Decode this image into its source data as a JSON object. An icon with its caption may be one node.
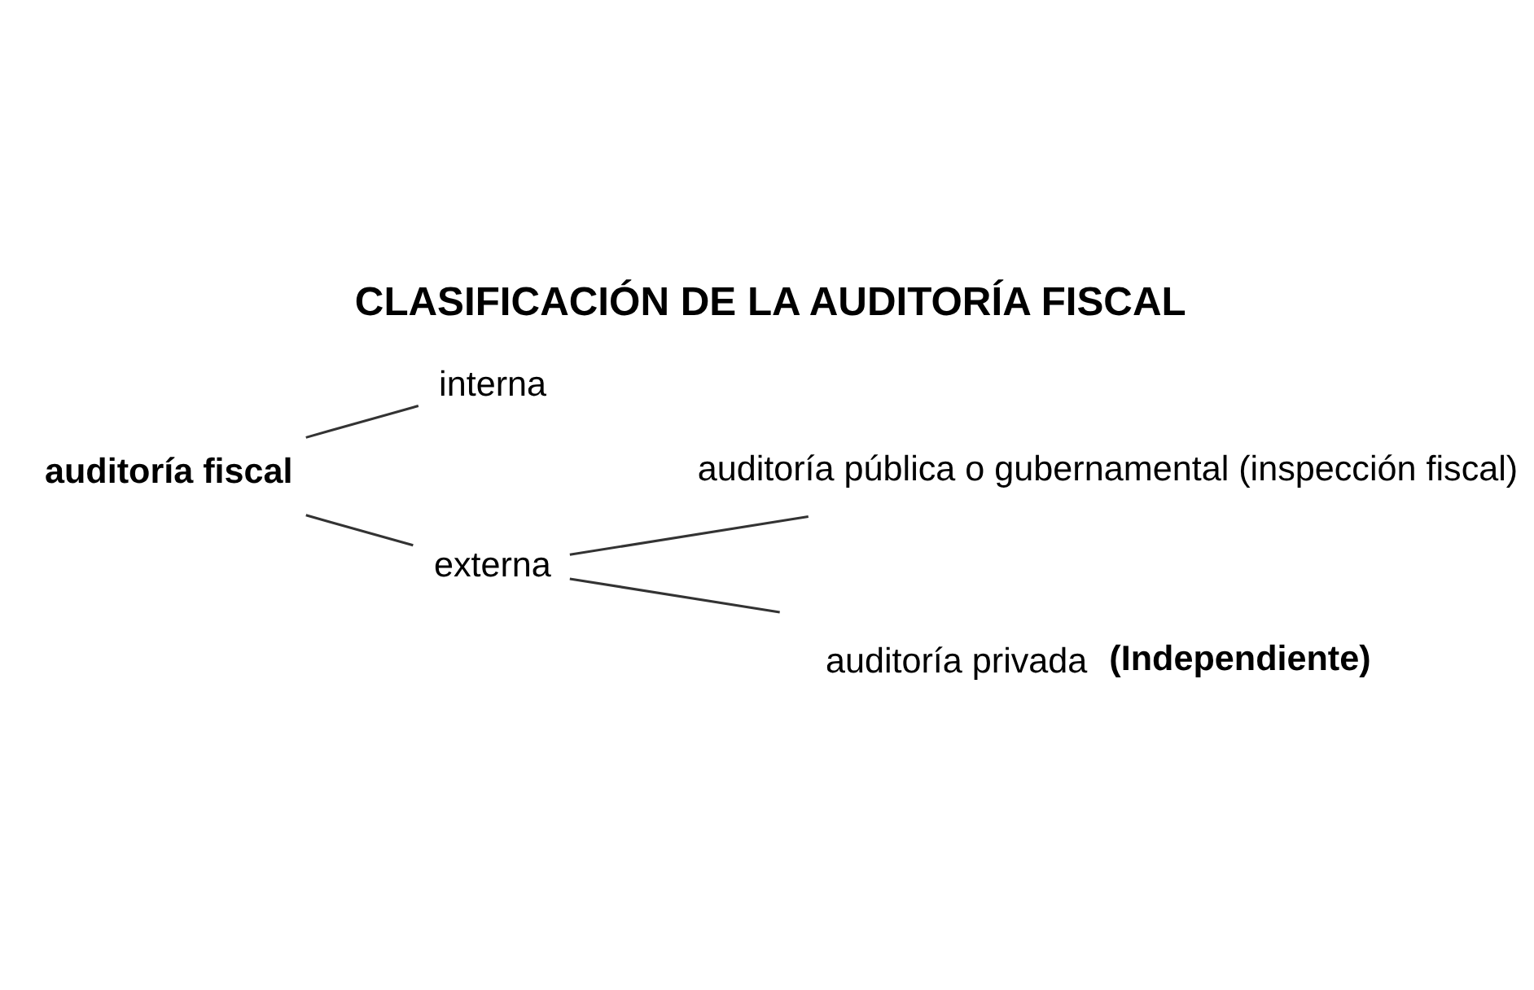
{
  "diagram": {
    "title": "CLASIFICACIÓN DE LA AUDITORÍA FISCAL",
    "nodes": [
      {
        "text": [
          "auditoría fiscal"
        ]
      },
      {
        "text": [
          "interna"
        ]
      },
      {
        "text": [
          "externa"
        ]
      },
      {
        "text": [
          "auditoría pública o gubernamental (inspección fiscal)"
        ]
      },
      {
        "text": [
          "auditoría privada"
        ],
        "beside": [
          "(Independiente)"
        ]
      }
    ],
    "edges": [
      {
        "from": 0,
        "to": 1,
        "arrow": "none"
      },
      {
        "from": 0,
        "to": 2,
        "arrow": "none"
      },
      {
        "from": 2,
        "to": 3,
        "arrow": "none"
      },
      {
        "from": 2,
        "to": 4,
        "arrow": "none"
      }
    ]
  }
}
